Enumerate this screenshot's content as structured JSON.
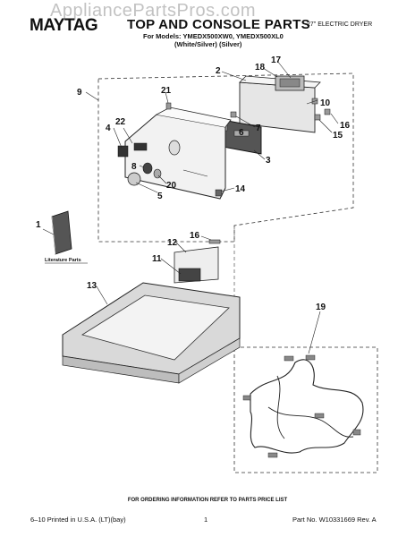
{
  "header": {
    "brand": "MAYTAG",
    "title": "TOP AND CONSOLE PARTS",
    "subtitle": "27\" ELECTRIC DRYER",
    "models": "For Models: YMEDX500XW0, YMEDX500XL0",
    "variants": "(White/Silver)      (Silver)"
  },
  "watermark": "AppliancePartsPros.com",
  "literature_label": "Literature Parts",
  "callouts": {
    "c1": "1",
    "c2": "2",
    "c3": "3",
    "c4": "4",
    "c5": "5",
    "c6": "6",
    "c7": "7",
    "c8": "8",
    "c9": "9",
    "c10": "10",
    "c11": "11",
    "c12": "12",
    "c13": "13",
    "c14": "14",
    "c15": "15",
    "c16a": "16",
    "c16b": "16",
    "c17": "17",
    "c18": "18",
    "c19": "19",
    "c20": "20",
    "c21": "21",
    "c22": "22"
  },
  "footer": {
    "notice": "FOR ORDERING INFORMATION REFER TO PARTS PRICE LIST",
    "printed": "6–10 Printed in U.S.A. (LT)(bay)",
    "page": "1",
    "part_no": "Part No. W10331669 Rev. A"
  },
  "colors": {
    "ink": "#111111",
    "line": "#333333",
    "panel": "#d9d9d9",
    "watermark": "#888888"
  }
}
